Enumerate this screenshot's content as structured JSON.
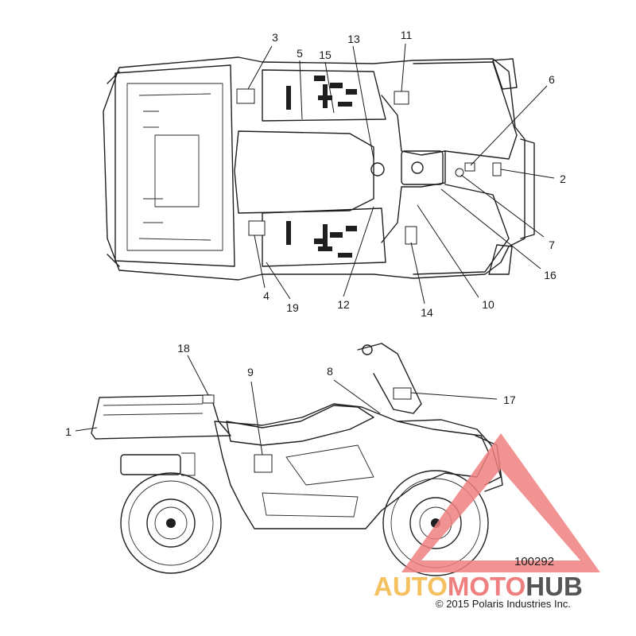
{
  "callouts": [
    {
      "id": "c1",
      "label": "1"
    },
    {
      "id": "c2",
      "label": "2"
    },
    {
      "id": "c3",
      "label": "3"
    },
    {
      "id": "c4",
      "label": "4"
    },
    {
      "id": "c5",
      "label": "5"
    },
    {
      "id": "c6",
      "label": "6"
    },
    {
      "id": "c7",
      "label": "7"
    },
    {
      "id": "c8",
      "label": "8"
    },
    {
      "id": "c9",
      "label": "9"
    },
    {
      "id": "c10",
      "label": "10"
    },
    {
      "id": "c11",
      "label": "11"
    },
    {
      "id": "c12",
      "label": "12"
    },
    {
      "id": "c13",
      "label": "13"
    },
    {
      "id": "c14",
      "label": "14"
    },
    {
      "id": "c15",
      "label": "15"
    },
    {
      "id": "c16",
      "label": "16"
    },
    {
      "id": "c17",
      "label": "17"
    },
    {
      "id": "c18",
      "label": "18"
    },
    {
      "id": "c19",
      "label": "19"
    }
  ],
  "diagram_number": "100292",
  "watermark": {
    "logo_part1": "AUTO",
    "logo_part2": "MOTO",
    "logo_part3": "HUB",
    "color_primary": "#f08080",
    "color_secondary": "#f5c060",
    "color_dark": "#555555"
  },
  "copyright": "© 2015 Polaris Industries Inc."
}
